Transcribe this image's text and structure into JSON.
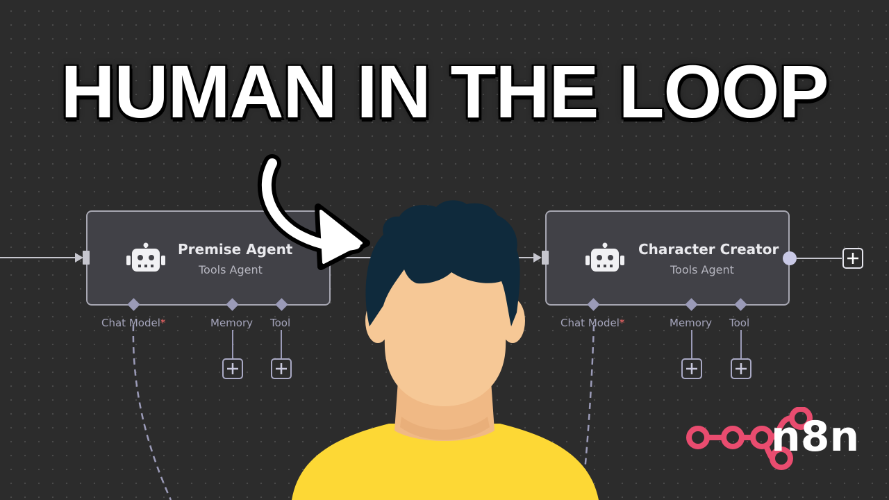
{
  "headline": "HUMAN IN THE LOOP",
  "nodes": [
    {
      "title": "Premise Agent",
      "subtitle": "Tools Agent",
      "icon": "robot-icon",
      "ports": {
        "chat_model": "Chat Model",
        "memory": "Memory",
        "tool": "Tool",
        "required_mark": "*"
      }
    },
    {
      "title": "Character Creator",
      "subtitle": "Tools Agent",
      "icon": "robot-icon",
      "ports": {
        "chat_model": "Chat Model",
        "memory": "Memory",
        "tool": "Tool",
        "required_mark": "*"
      }
    }
  ],
  "brand": {
    "name": "n8n",
    "color": "#e94c6f"
  },
  "colors": {
    "canvas": "#2c2c2c",
    "node_fill": "#414147",
    "node_border": "#a7a7b2",
    "connector": "#c6c6ce",
    "required": "#ff6a6a",
    "person_hair": "#0f2a3c",
    "person_skin": "#f6c896",
    "person_shirt": "#fdd835"
  }
}
